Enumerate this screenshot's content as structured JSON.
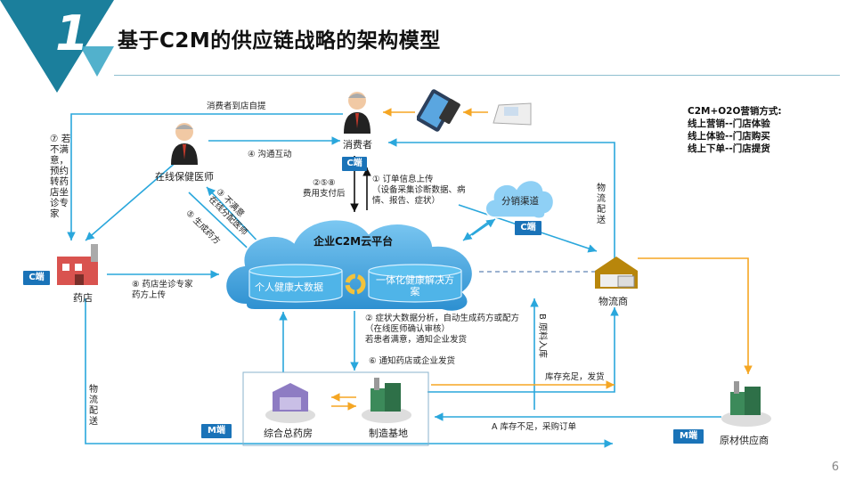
{
  "header": {
    "slide_number": "1",
    "title": "基于C2M的供应链战略的架构模型"
  },
  "legend": {
    "heading": "C2M+O2O营销方式:",
    "items": [
      "线上营销--门店体验",
      "线上体验--门店购买",
      "线上下单--门店提货"
    ]
  },
  "nodes": {
    "consumer": "消费者",
    "doctor": "在线保健医师",
    "pharmacy": "药店",
    "platform": "企业C2M云平台",
    "health_data": "个人健康大数据",
    "solution": "一体化健康解决方案",
    "distribution": "分销渠道",
    "logistics": "物流商",
    "warehouse": "综合总药房",
    "factory": "制造基地",
    "supplier": "原材供应商"
  },
  "badges": {
    "c_consumer": "C端",
    "c_pharmacy": "C端",
    "c_distribution": "C端",
    "m_warehouse": "M端",
    "m_supplier": "M端"
  },
  "labels": {
    "self_pickup": "消费者到店自提",
    "interaction": "④ 沟通互动",
    "pay_after": "②⑤⑧\n费用支付后",
    "order_upload": "① 订单信息上传\n（设备采集诊断数据、病\n情、报告、症状）",
    "dissatisfied": "③ 不满意\n在线分配医师",
    "prescription": "⑤ 生成药方",
    "pharmacy_upload": "⑧ 药店坐诊专家\n药方上传",
    "referral": "⑦ 若不满意，预约转药店坐诊专家",
    "logistics_delivery_right": "物流配送",
    "analysis": "② 症状大数据分析，自动生成药方或配方\n（在线医师确认审核）\n若患者满意，通知企业发货",
    "notify": "⑥ 通知药店或企业发货",
    "raw_in": "B 原料入库",
    "stock_ok": "库存充足，发货",
    "stock_low": "A 库存不足，采购订单",
    "logistics_delivery_left": "物流配送"
  },
  "page_number": "6",
  "colors": {
    "brand_teal": "#1b7f9c",
    "arrow_blue": "#2aa7dc",
    "arrow_orange": "#f5a623",
    "badge_blue": "#1a73b8",
    "cloud": "#3d9ed8",
    "cylinder": "#4fb4e8"
  }
}
